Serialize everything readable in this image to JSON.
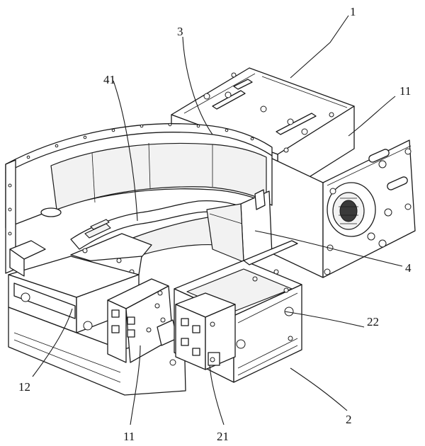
{
  "labels": {
    "l1": "1",
    "l3": "3",
    "l41": "41",
    "l11_top": "11",
    "l4": "4",
    "l22": "22",
    "l12": "12",
    "l11_bottom": "11",
    "l21": "21",
    "l2": "2"
  }
}
